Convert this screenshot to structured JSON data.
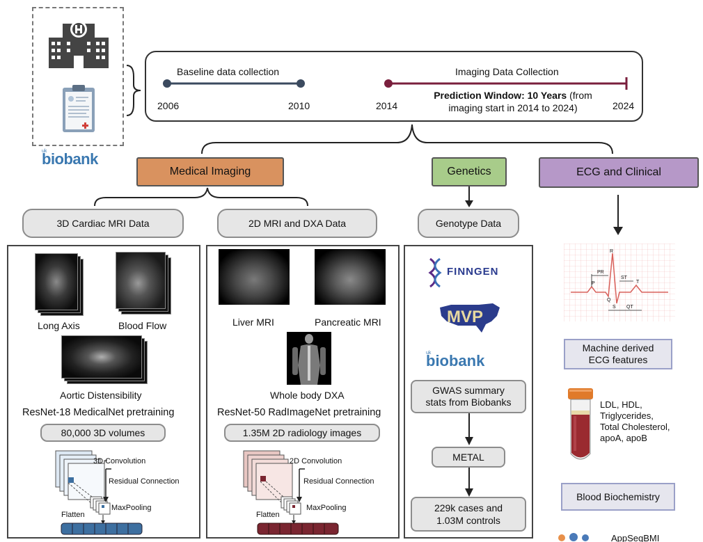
{
  "logo": {
    "prefix": "uk",
    "name": "biobank"
  },
  "timeline": {
    "baseline_label": "Baseline data collection",
    "year_2006": "2006",
    "year_2010": "2010",
    "imaging_label": "Imaging Data Collection",
    "year_2014": "2014",
    "year_2024": "2024",
    "prediction_bold": "Prediction Window: 10 Years",
    "prediction_rest": " (from",
    "prediction_line2": "imaging start in 2014 to 2024)"
  },
  "sections": {
    "medical_imaging": "Medical Imaging",
    "genetics": "Genetics",
    "ecg_clinical": "ECG and Clinical"
  },
  "subsections": {
    "cardiac_mri": "3D Cardiac MRI Data",
    "mri_dxa": "2D MRI and DXA Data",
    "genotype": "Genotype Data"
  },
  "cardiac_panel": {
    "long_axis": "Long Axis",
    "blood_flow": "Blood Flow",
    "aortic": "Aortic Distensibility",
    "model": "ResNet-18 MedicalNet pretraining",
    "count": "80,000 3D volumes",
    "conv": "3D Convolution",
    "residual": "Residual Connection",
    "pool": "MaxPooling",
    "flatten": "Flatten"
  },
  "mri_panel": {
    "liver": "Liver MRI",
    "pancreatic": "Pancreatic MRI",
    "dxa": "Whole body DXA",
    "model": "ResNet-50 RadImageNet pretraining",
    "count": "1.35M 2D radiology images",
    "conv": "2D Convolution",
    "residual": "Residual Connection",
    "pool": "MaxPooling",
    "flatten": "Flatten"
  },
  "genetics_panel": {
    "finngen": "FINNGEN",
    "mvp": "MVP",
    "biobank_prefix": "uk",
    "biobank": "biobank",
    "gwas_line1": "GWAS summary",
    "gwas_line2": "stats from Biobanks",
    "metal": "METAL",
    "cases_line1": "229k cases and",
    "cases_line2": "1.03M controls"
  },
  "clinical_panel": {
    "ecg_labels": {
      "R": "R",
      "P": "P",
      "Q": "Q",
      "S": "S",
      "T": "T",
      "PR": "PR",
      "ST": "ST",
      "QT": "QT"
    },
    "ecg_line1": "Machine derived",
    "ecg_line2": "ECG features",
    "lipids": [
      "LDL, HDL,",
      "Triglycerides,",
      "Total Cholesterol,",
      "apoA, apoB"
    ],
    "blood": "Blood Biochemistry",
    "footer": "AppSeqBMI"
  },
  "colors": {
    "imaging": "#d9925f",
    "genetics": "#a8cc8a",
    "ecg": "#b698c8",
    "timeline_blue": "#3b4a5f",
    "timeline_maroon": "#7a1f3d",
    "cnn_blue": "#3d6fa0",
    "cnn_red": "#7a2530"
  }
}
